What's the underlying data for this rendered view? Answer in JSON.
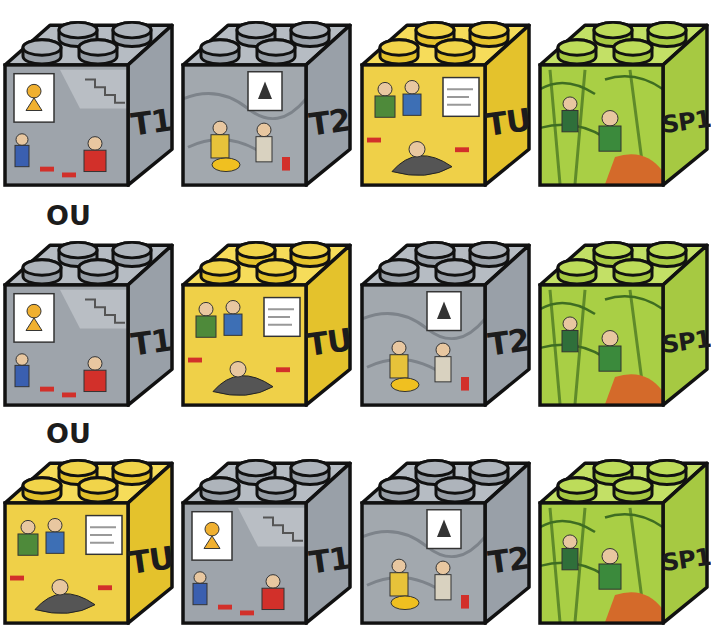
{
  "diagram": {
    "nodes": [
      {
        "text": [
          "T1"
        ]
      },
      {
        "text": [
          "T2"
        ]
      },
      {
        "text": [
          "TU"
        ]
      },
      {
        "text": [
          "SP1"
        ]
      },
      {
        "text": [
          "T1"
        ]
      },
      {
        "text": [
          "TU"
        ]
      },
      {
        "text": [
          "T2"
        ]
      },
      {
        "text": [
          "SP1"
        ]
      },
      {
        "text": [
          "TU"
        ]
      },
      {
        "text": [
          "T1"
        ]
      },
      {
        "text": [
          "T2"
        ]
      },
      {
        "text": [
          "SP1"
        ]
      }
    ],
    "labels": [
      "OU",
      "OU"
    ]
  }
}
